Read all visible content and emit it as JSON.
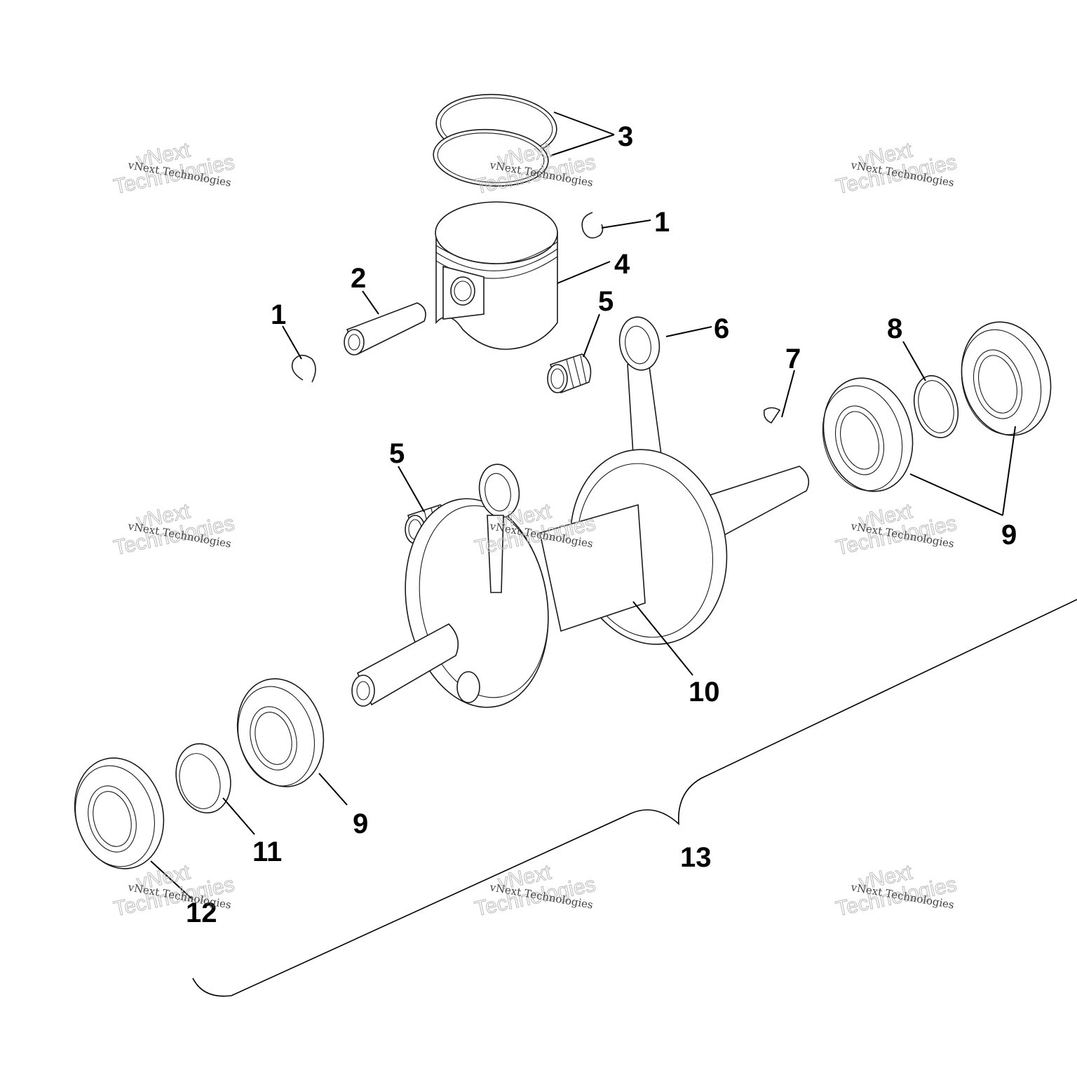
{
  "diagram": {
    "title": "Piston and Crankshaft Exploded View",
    "callouts": [
      {
        "id": "c1a",
        "label": "1",
        "part": "piston-pin-circlip-right"
      },
      {
        "id": "c1b",
        "label": "1",
        "part": "piston-pin-circlip-left"
      },
      {
        "id": "c2",
        "label": "2",
        "part": "piston-pin"
      },
      {
        "id": "c3",
        "label": "3",
        "part": "piston-rings"
      },
      {
        "id": "c4",
        "label": "4",
        "part": "piston"
      },
      {
        "id": "c5a",
        "label": "5",
        "part": "needle-bearing-upper"
      },
      {
        "id": "c5b",
        "label": "5",
        "part": "needle-bearing-lower"
      },
      {
        "id": "c6",
        "label": "6",
        "part": "connecting-rod"
      },
      {
        "id": "c7",
        "label": "7",
        "part": "woodruff-key"
      },
      {
        "id": "c8",
        "label": "8",
        "part": "spacer-ring"
      },
      {
        "id": "c9a",
        "label": "9",
        "part": "main-bearings-right"
      },
      {
        "id": "c9b",
        "label": "9",
        "part": "main-bearing-left"
      },
      {
        "id": "c10",
        "label": "10",
        "part": "crankshaft"
      },
      {
        "id": "c11",
        "label": "11",
        "part": "bearing-spacer"
      },
      {
        "id": "c12",
        "label": "12",
        "part": "oil-seal"
      },
      {
        "id": "c13",
        "label": "13",
        "part": "crankshaft-assembly"
      }
    ]
  },
  "watermark": {
    "line1": "vNext Technologies",
    "big_line1": "vNext",
    "big_line2": "Technologies"
  }
}
